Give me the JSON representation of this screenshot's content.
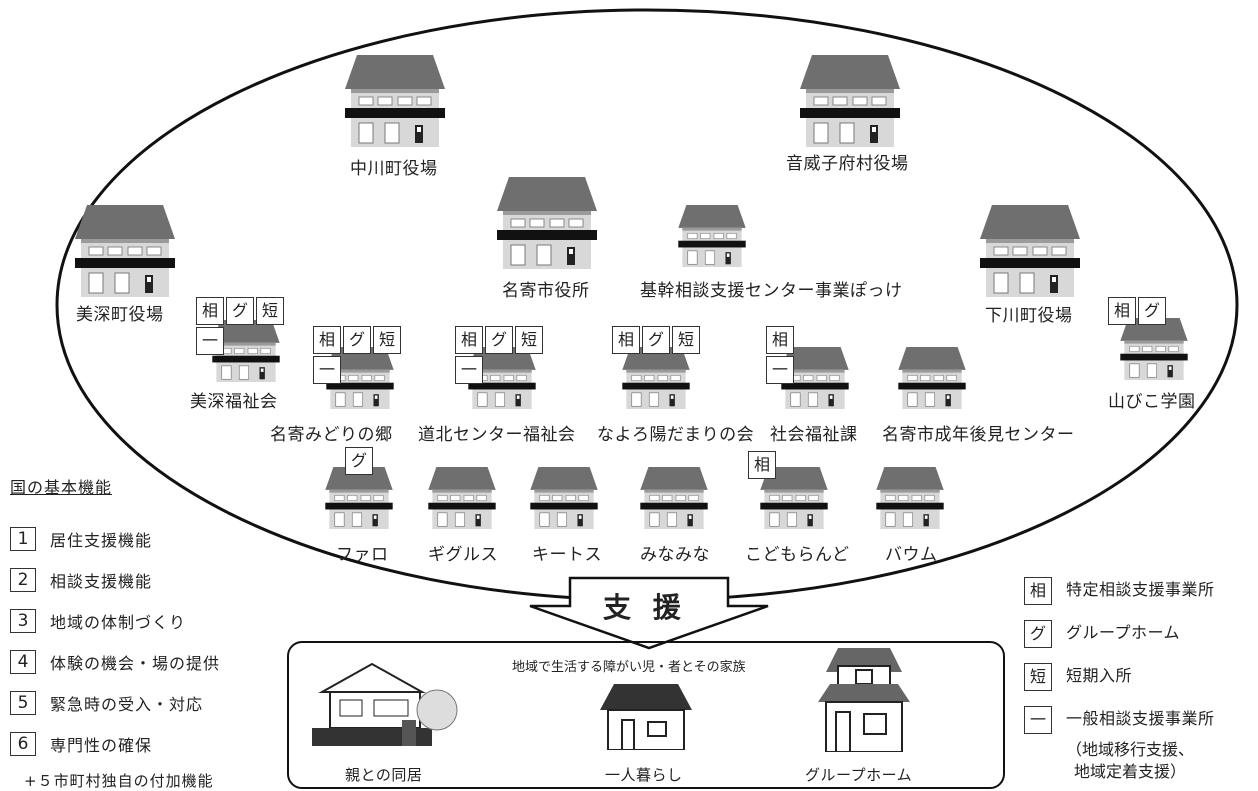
{
  "top_cut_text": "",
  "offices": [
    {
      "id": "nakagawa",
      "label": "中川町役場",
      "tags": []
    },
    {
      "id": "otoineppu",
      "label": "音威子府村役場",
      "tags": []
    },
    {
      "id": "bifuka",
      "label": "美深町役場",
      "tags": []
    },
    {
      "id": "nayoro",
      "label": "名寄市役所",
      "tags": []
    },
    {
      "id": "pokke",
      "label": "基幹相談支援センター事業ぽっけ",
      "tags": []
    },
    {
      "id": "shimokawa",
      "label": "下川町役場",
      "tags": []
    },
    {
      "id": "bifuka_welfare",
      "label": "美深福祉会",
      "tags": [
        "相",
        "グ",
        "短",
        "一"
      ]
    },
    {
      "id": "midori",
      "label": "名寄みどりの郷",
      "tags": [
        "相",
        "グ",
        "短",
        "一"
      ]
    },
    {
      "id": "dohoku",
      "label": "道北センター福祉会",
      "tags": [
        "相",
        "グ",
        "短",
        "一"
      ]
    },
    {
      "id": "hidamari",
      "label": "なよろ陽だまりの会",
      "tags": [
        "相",
        "グ",
        "短"
      ]
    },
    {
      "id": "shakai",
      "label": "社会福祉課",
      "tags": [
        "相",
        "一"
      ]
    },
    {
      "id": "seinen",
      "label": "名寄市成年後見センター",
      "tags": []
    },
    {
      "id": "yamabiko",
      "label": "山びこ学園",
      "tags": [
        "相",
        "グ"
      ]
    },
    {
      "id": "faro",
      "label": "ファロ",
      "tags": [
        "グ"
      ]
    },
    {
      "id": "gigurusu",
      "label": "ギグルス",
      "tags": []
    },
    {
      "id": "kitosu",
      "label": "キートス",
      "tags": []
    },
    {
      "id": "minamina",
      "label": "みなみな",
      "tags": []
    },
    {
      "id": "kodomo",
      "label": "こどもらんど",
      "tags": [
        "相"
      ]
    },
    {
      "id": "baumu",
      "label": "バウム",
      "tags": []
    }
  ],
  "support_label": "支 援",
  "community": {
    "caption": "地域で生活する障がい児・者とその家族",
    "living": [
      {
        "label": "親との同居"
      },
      {
        "label": "一人暮らし"
      },
      {
        "label": "グループホーム"
      }
    ]
  },
  "national_functions": {
    "heading": "国の基本機能",
    "items": [
      {
        "num": "1",
        "label": "居住支援機能"
      },
      {
        "num": "2",
        "label": "相談支援機能"
      },
      {
        "num": "3",
        "label": "地域の体制づくり"
      },
      {
        "num": "4",
        "label": "体験の機会・場の提供"
      },
      {
        "num": "5",
        "label": "緊急時の受入・対応"
      },
      {
        "num": "6",
        "label": "専門性の確保"
      }
    ],
    "extra": "+５市町村独自の付加機能"
  },
  "legend": [
    {
      "key": "相",
      "label": "特定相談支援事業所"
    },
    {
      "key": "グ",
      "label": "グループホーム"
    },
    {
      "key": "短",
      "label": "短期入所"
    },
    {
      "key": "一",
      "label": "一般相談支援事業所"
    }
  ],
  "legend_sub": [
    "（地域移行支援、",
    "地域定着支援）"
  ]
}
